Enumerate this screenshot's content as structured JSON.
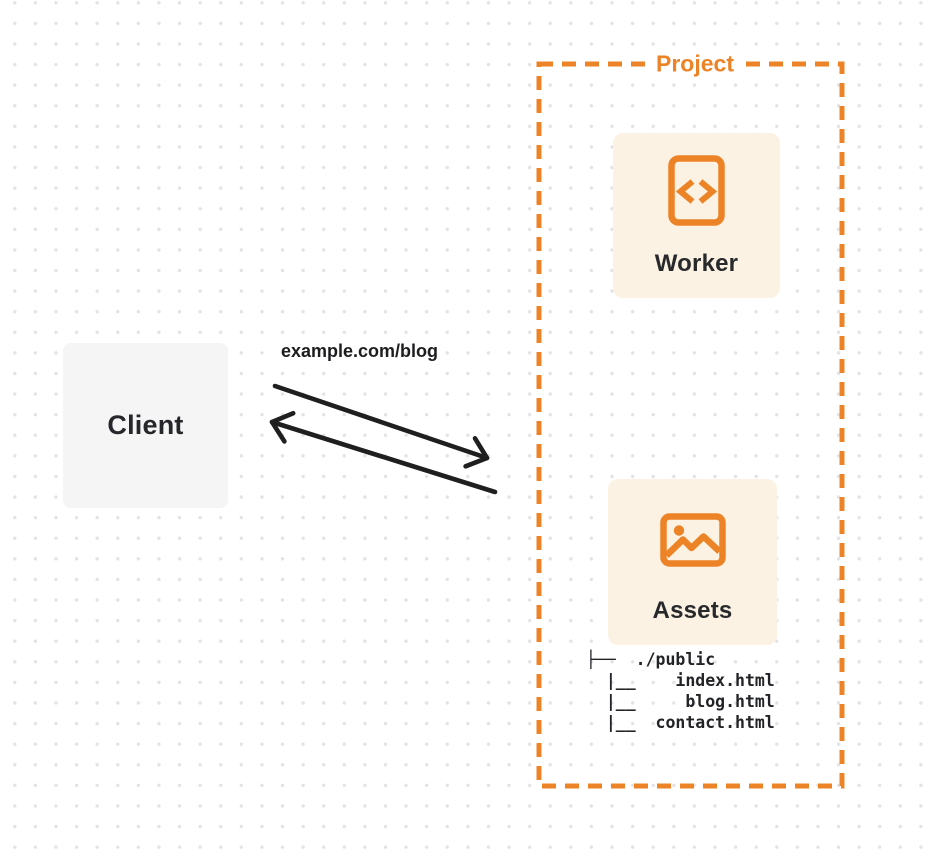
{
  "colors": {
    "accent_orange": "#ed8327",
    "card_cream": "#fcf2e4",
    "client_gray": "#f5f5f6",
    "text_dark": "#26272a",
    "arrow_black": "#1f1f1f",
    "dot_grid": "#e3e3e5"
  },
  "client": {
    "label": "Client"
  },
  "request": {
    "url_label": "example.com/blog"
  },
  "project": {
    "label": "Project",
    "worker": {
      "label": "Worker",
      "icon": "code-document-icon"
    },
    "assets": {
      "label": "Assets",
      "icon": "image-icon",
      "file_tree": "├──  ./public\n  |__    index.html\n  |__     blog.html\n  |__  contact.html"
    }
  }
}
